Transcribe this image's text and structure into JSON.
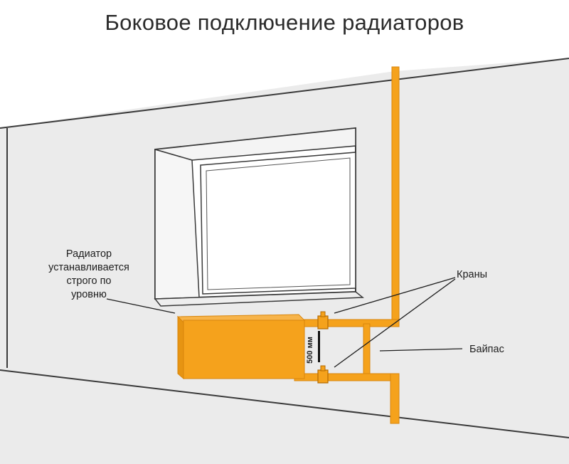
{
  "title": "Боковое подключение радиаторов",
  "labels": {
    "radiator_line1": "Радиатор",
    "radiator_line2": "устанавливается",
    "radiator_line3": "строго по",
    "radiator_line4": "уровню",
    "valves": "Краны",
    "bypass": "Байпас",
    "distance": "500 мм"
  },
  "colors": {
    "pipe": "#f5a21c",
    "pipe_outline": "#d9860c",
    "wall_line": "#3a3a3a",
    "wall_fill": "#ebebeb",
    "radiator": "#f5a21c"
  }
}
